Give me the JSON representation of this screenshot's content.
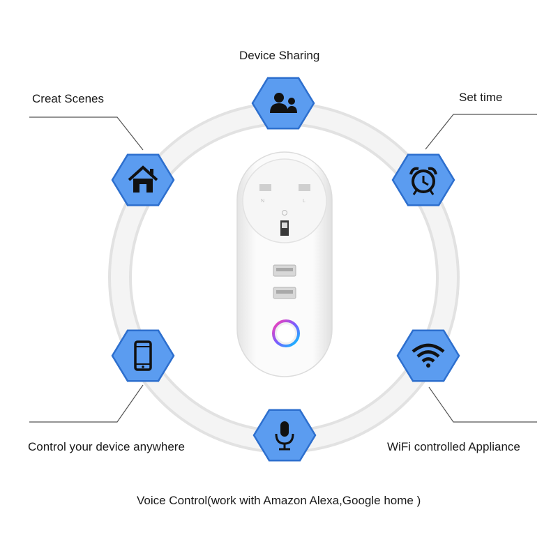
{
  "features": {
    "device_sharing": "Device Sharing",
    "create_scenes": "Creat Scenes",
    "set_time": "Set time",
    "control_anywhere": "Control your device anywhere",
    "wifi_appliance": "WiFi controlled Appliance",
    "voice_control": "Voice Control(work with Amazon Alexa,Google home )"
  },
  "icons": {
    "device_sharing": "users-icon",
    "create_scenes": "home-icon",
    "set_time": "alarm-clock-icon",
    "control_anywhere": "smartphone-icon",
    "wifi_appliance": "wifi-icon",
    "voice_control": "microphone-icon"
  },
  "colors": {
    "hex_fill": "#5b9cf0",
    "hex_border": "#2d6fce",
    "ring": "#ebebeb",
    "icon": "#111111",
    "power_ring_gradient": [
      "#ff3fb0",
      "#7b5cff",
      "#00c8ff"
    ]
  }
}
